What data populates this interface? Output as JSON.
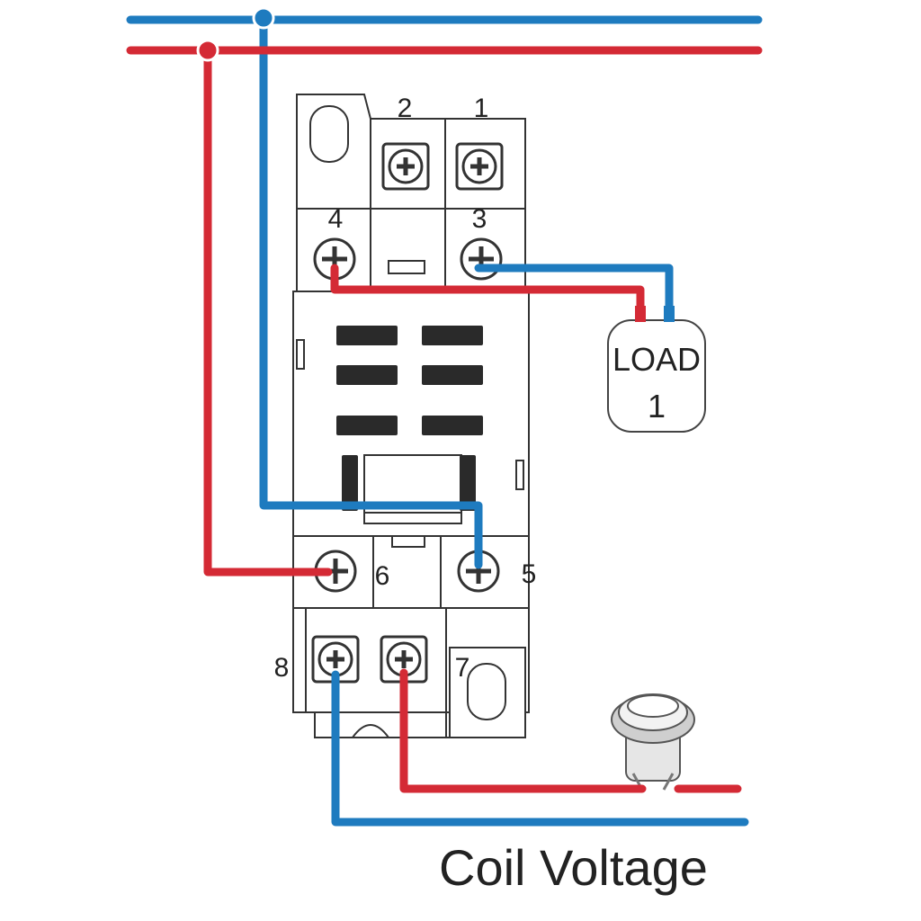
{
  "colors": {
    "live": "#d42a35",
    "neutral": "#1e7bbf",
    "outline": "#333333"
  },
  "terminals": {
    "t1": "1",
    "t2": "2",
    "t3": "3",
    "t4": "4",
    "t5": "5",
    "t6": "6",
    "t7": "7",
    "t8": "8"
  },
  "load": {
    "line1": "LOAD",
    "line2": "1"
  },
  "caption": "Coil Voltage",
  "icons": {
    "screw": "screw-terminal-icon",
    "button": "push-button-icon"
  }
}
